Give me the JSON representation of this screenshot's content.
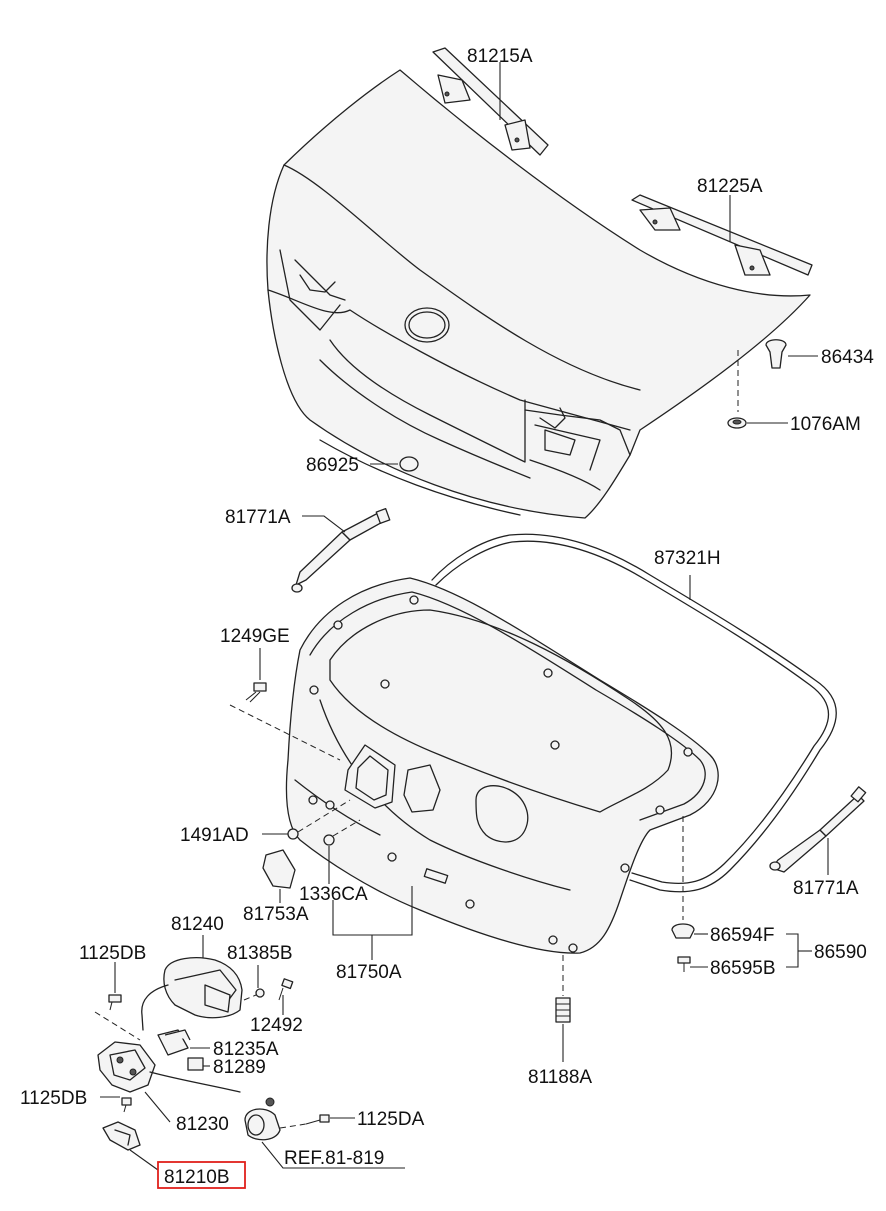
{
  "diagram": {
    "highlighted_part": "81210B",
    "labels": {
      "l81215A": "81215A",
      "l81225A": "81225A",
      "l86434": "86434",
      "l1076AM": "1076AM",
      "l86925": "86925",
      "l81771A_top": "81771A",
      "l87321H": "87321H",
      "l1249GE": "1249GE",
      "l1491AD": "1491AD",
      "l1336CA": "1336CA",
      "l81753A": "81753A",
      "l81771A_right": "81771A",
      "l81240": "81240",
      "l81385B": "81385B",
      "l1125DB_top": "1125DB",
      "l12492": "12492",
      "l81750A": "81750A",
      "l86594F": "86594F",
      "l86590": "86590",
      "l86595B": "86595B",
      "l81235A": "81235A",
      "l81289": "81289",
      "l81188A": "81188A",
      "l1125DB_bottom": "1125DB",
      "l81230": "81230",
      "l1125DA": "1125DA",
      "lREF": "REF.81-819",
      "l81210B": "81210B"
    }
  }
}
